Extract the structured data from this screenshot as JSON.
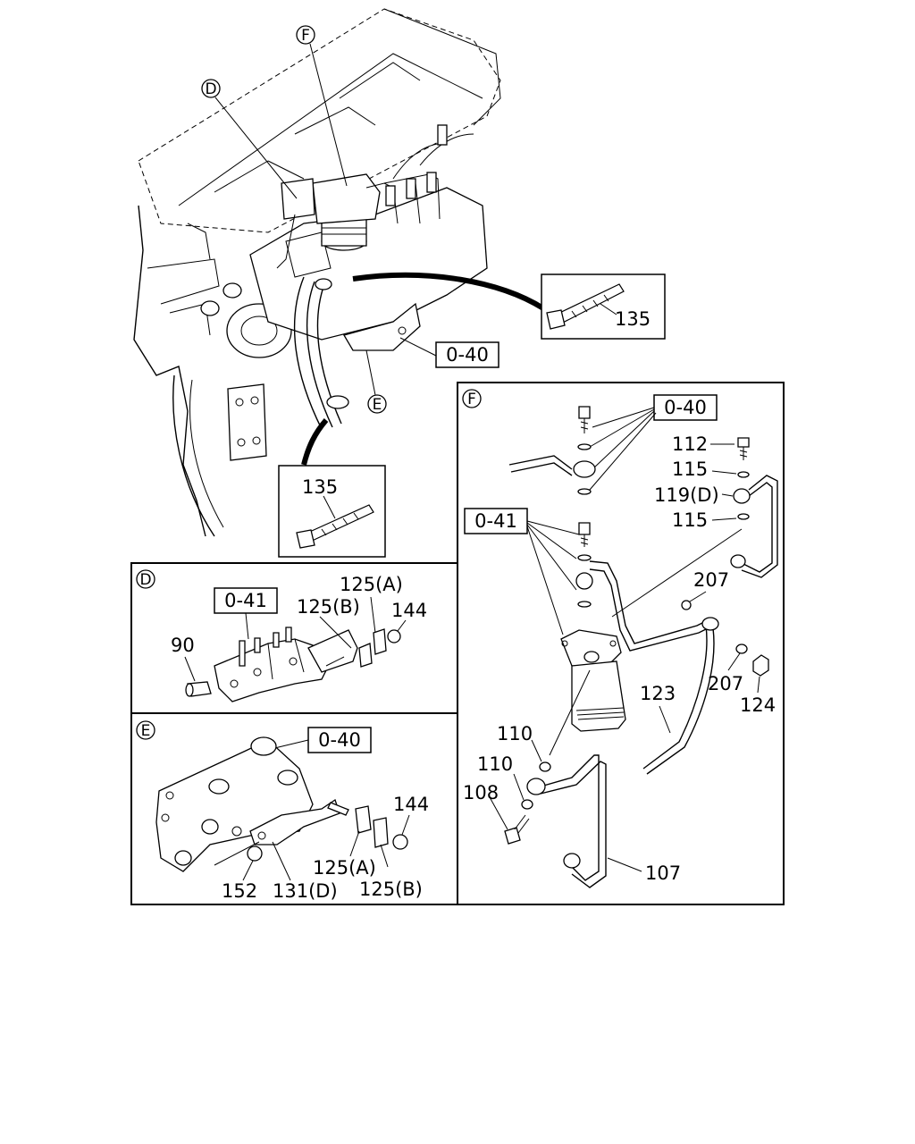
{
  "overview": {
    "callout_F": "F",
    "callout_D": "D",
    "callout_E": "E",
    "ref_040": "0-40",
    "inset_top_label": "135",
    "inset_bottom_label": "135"
  },
  "panel_D": {
    "tag": "D",
    "ref_041": "0-41",
    "labels": [
      "90",
      "125(B)",
      "125(A)",
      "144"
    ]
  },
  "panel_E": {
    "tag": "E",
    "ref_040": "0-40",
    "labels": [
      "144",
      "125(A)",
      "125(B)",
      "131(D)",
      "152"
    ]
  },
  "panel_F": {
    "tag": "F",
    "ref_040": "0-40",
    "ref_041": "0-41",
    "labels": [
      "112",
      "115",
      "119(D)",
      "115",
      "207",
      "207",
      "124",
      "123",
      "110",
      "110",
      "108",
      "107"
    ]
  }
}
